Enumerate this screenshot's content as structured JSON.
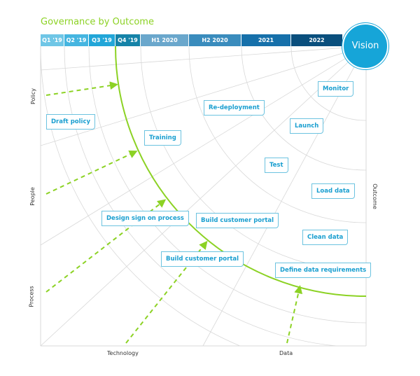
{
  "title": "Governance by Outcome",
  "timeline": [
    {
      "label": "Q1 '19",
      "color": "#6fc6e6"
    },
    {
      "label": "Q2 '19",
      "color": "#45b5e0"
    },
    {
      "label": "Q3 '19",
      "color": "#22a6d8"
    },
    {
      "label": "Q4 '19",
      "color": "#1583a8"
    },
    {
      "label": "H1 2020",
      "color": "#6aa7cc"
    },
    {
      "label": "H2 2020",
      "color": "#3a8cbd"
    },
    {
      "label": "2021",
      "color": "#1670aa"
    },
    {
      "label": "2022",
      "color": "#0a4f7d"
    }
  ],
  "vision": "Vision",
  "axes": {
    "policy": "Policy",
    "people": "People",
    "process": "Process",
    "technology": "Technology",
    "data": "Data",
    "outcome": "Outcome"
  },
  "tasks": [
    "Draft policy",
    "Training",
    "Re-deployment",
    "Monitor",
    "Launch",
    "Test",
    "Load data",
    "Design sign on process",
    "Build customer portal",
    "Build customer portal",
    "Clean data",
    "Define data requirements"
  ],
  "colors": {
    "accent": "#8cd224",
    "brand": "#16a5d8"
  }
}
